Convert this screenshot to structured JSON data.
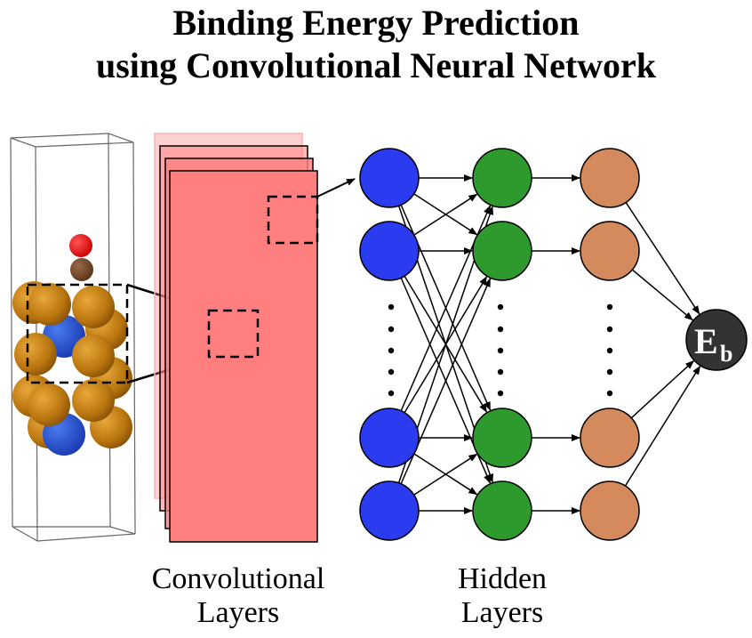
{
  "title": {
    "line1": "Binding Energy Prediction",
    "line2": "using Convolutional Neural Network"
  },
  "labels": {
    "conv_line1": "Convolutional",
    "conv_line2": "Layers",
    "hidden_line1": "Hidden",
    "hidden_line2": "Layers"
  },
  "output_node": {
    "main": "E",
    "subscript": "b"
  },
  "colors": {
    "background": "#ffffff",
    "conv_layer": "#ff7f7f",
    "input_nodes": "#2b3bf0",
    "hidden_nodes_1": "#2e9a2e",
    "hidden_nodes_2": "#d48a5c",
    "output_node": "#333333",
    "metal_atom": "#c07810",
    "dopant_atom": "#2a5ad0",
    "oxygen_atom": "#ee1111",
    "carbon_atom": "#7a4a2a"
  }
}
